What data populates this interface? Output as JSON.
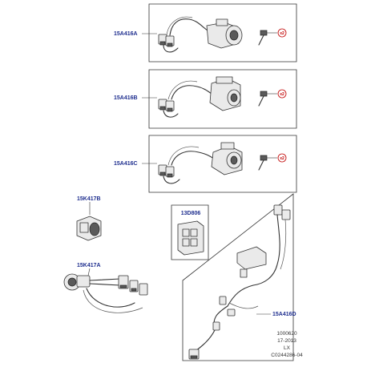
{
  "parts": {
    "a": "15A416A",
    "b": "15A416B",
    "c": "15A416C",
    "d": "15A416D",
    "e": "15K417B",
    "f": "15K417A",
    "g": "13D806"
  },
  "quantity_marks": {
    "a": "x2",
    "b": "x2",
    "c": "x2"
  },
  "drawing_refs": {
    "line1": "1000620",
    "line2": "17-2013",
    "line3": "LX",
    "line4": "C0244286-04"
  },
  "colors": {
    "label": "#1f2f8f",
    "quantity": "#c00000",
    "line": "#333333"
  }
}
